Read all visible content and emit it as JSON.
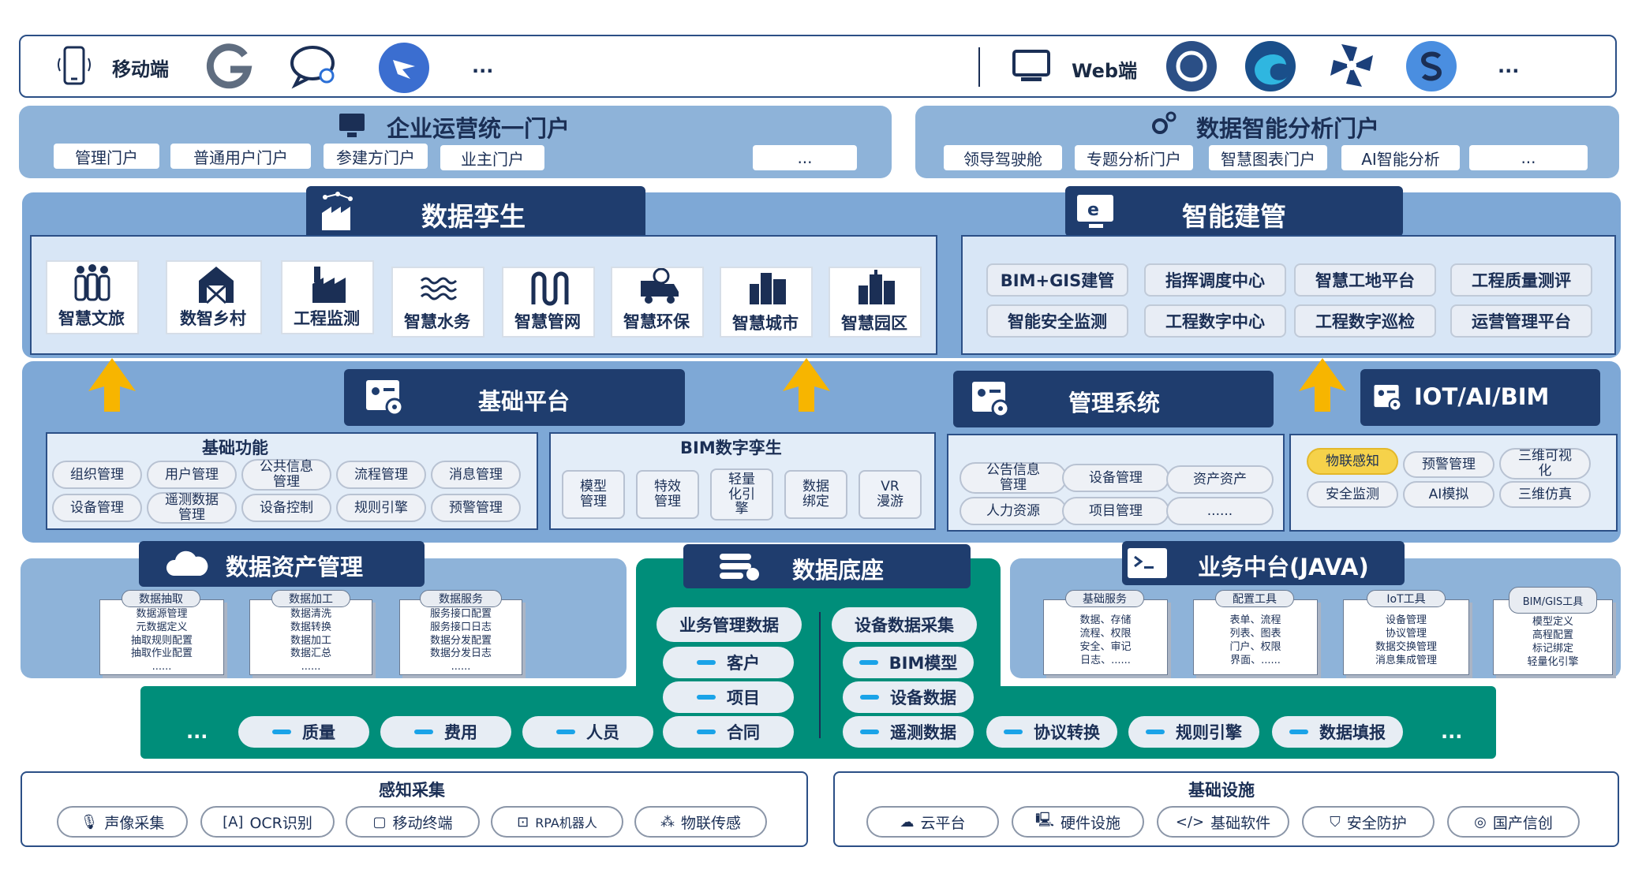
{
  "top": {
    "mobile_label": "移动端",
    "mobile_ellipsis": "...",
    "web_label": "Web端",
    "web_ellipsis": "..."
  },
  "portal_left": {
    "title": "企业运营统一门户",
    "items": [
      "管理门户",
      "普通用户门户",
      "参建方门户",
      "业主门户",
      "..."
    ]
  },
  "portal_right": {
    "title": "数据智能分析门户",
    "items": [
      "领导驾驶舱",
      "专题分析门户",
      "智慧图表门户",
      "AI智能分析",
      "..."
    ]
  },
  "twin": {
    "title": "数据孪生",
    "apps": [
      "智慧文旅",
      "数智乡村",
      "工程监测",
      "智慧水务",
      "智慧管网",
      "智慧环保",
      "智慧城市",
      "智慧园区"
    ]
  },
  "smart": {
    "title": "智能建管",
    "buttons": [
      "BIM+GIS建管",
      "指挥调度中心",
      "智慧工地平台",
      "工程质量测评",
      "智能安全监测",
      "工程数字中心",
      "工程数字巡检",
      "运营管理平台"
    ]
  },
  "base": {
    "title": "基础平台",
    "func_title": "基础功能",
    "funcs": [
      "组织管理",
      "用户管理",
      "公共信息\n管理",
      "流程管理",
      "消息管理",
      "设备管理",
      "遥测数据\n管理",
      "设备控制",
      "规则引擎",
      "预警管理"
    ],
    "bim_title": "BIM数字孪生",
    "bims": [
      "模型\n管理",
      "特效\n管理",
      "轻量\n化引\n擎",
      "数据\n绑定",
      "VR\n漫游"
    ]
  },
  "mgmt": {
    "title": "管理系统",
    "items": [
      "公告信息\n管理",
      "设备管理",
      "资产资产",
      "人力资源",
      "项目管理",
      "......"
    ]
  },
  "iot": {
    "title": "IOT/AI/BIM",
    "items": [
      "物联感知",
      "预警管理",
      "三维可视\n化",
      "安全监测",
      "AI模拟",
      "三维仿真"
    ]
  },
  "asset": {
    "title": "数据资产管理",
    "docs": [
      {
        "title": "数据抽取",
        "lines": [
          "数据源管理",
          "元数据定义",
          "抽取规则配置",
          "抽取作业配置",
          "......"
        ]
      },
      {
        "title": "数据加工",
        "lines": [
          "数据清洗",
          "数据转换",
          "数据加工",
          "数据汇总",
          "......"
        ]
      },
      {
        "title": "数据服务",
        "lines": [
          "服务接口配置",
          "服务接口日志",
          "数据分发配置",
          "数据分发日志",
          "......"
        ]
      }
    ]
  },
  "foundation": {
    "title": "数据底座",
    "biz_header": "业务管理数据",
    "dev_header": "设备数据采集",
    "biz_items": [
      "客户",
      "项目",
      "合同"
    ],
    "dev_items": [
      "BIM模型",
      "设备数据",
      "遥测数据"
    ],
    "bottom_left": [
      "质量",
      "费用",
      "人员"
    ],
    "bottom_right": [
      "协议转换",
      "规则引擎",
      "数据填报"
    ],
    "ellipsis_left": "...",
    "ellipsis_right": "..."
  },
  "middle": {
    "title": "业务中台(JAVA)",
    "docs": [
      {
        "title": "基础服务",
        "lines": [
          "数据、存储",
          "流程、权限",
          "安全、审记",
          "日志、......"
        ]
      },
      {
        "title": "配置工具",
        "lines": [
          "表单、流程",
          "列表、图表",
          "门户、权限",
          "界面、......"
        ]
      },
      {
        "title": "IoT工具",
        "lines": [
          "设备管理",
          "协议管理",
          "数据交换管理",
          "消息集成管理"
        ]
      },
      {
        "title": "BIM/GIS工具",
        "lines": [
          "模型定义",
          "高程配置",
          "标记绑定",
          "轻量化引擎"
        ]
      }
    ]
  },
  "sense": {
    "title": "感知采集",
    "items": [
      "声像采集",
      "OCR识别",
      "移动终端",
      "RPA机器人",
      "物联传感"
    ]
  },
  "infra": {
    "title": "基础设施",
    "items": [
      "云平台",
      "硬件设施",
      "基础软件",
      "安全防护",
      "国产信创"
    ]
  },
  "colors": {
    "dark_blue": "#1f3d6e",
    "panel_blue": "#7ea8d6",
    "teal": "#008e7a",
    "arrow_yellow": "#f7b500",
    "highlight_yellow": "#f6d24a"
  }
}
